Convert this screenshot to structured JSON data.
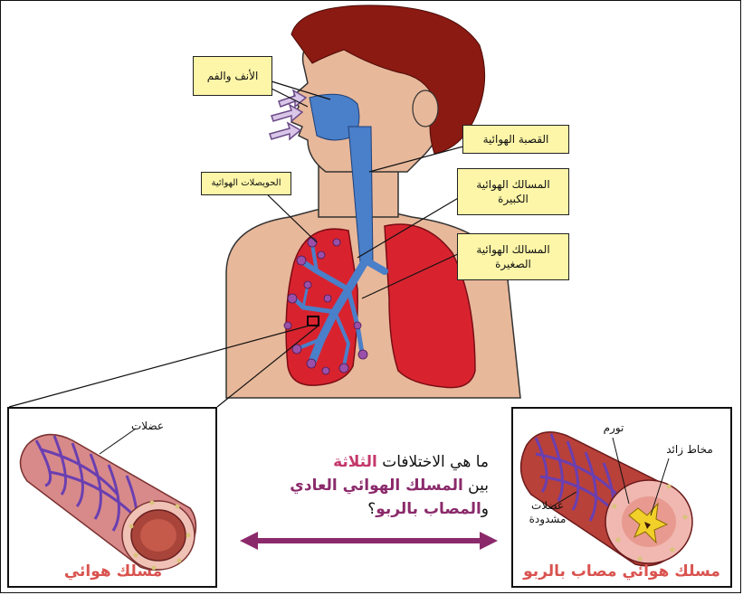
{
  "labels": {
    "nose_mouth": "الأنف والفم",
    "trachea": "القصبة الهوائية",
    "alveoli": "الحويصلات الهوائية",
    "large_airways_line1": "المسالك الهوائية",
    "large_airways_line2": "الكبيرة",
    "small_airways_line1": "المسالك الهوائية",
    "small_airways_line2": "الصغيرة"
  },
  "left_panel": {
    "muscles_label": "عضلات",
    "caption": "مسلك هوائي"
  },
  "right_panel": {
    "swelling_label": "تورم",
    "excess_mucus_label": "مخاط زائد",
    "tight_muscles_line1": "عضلات",
    "tight_muscles_line2": "مشدودة",
    "caption": "مسلك هوائي مصاب بالربو"
  },
  "question": {
    "line1_plain": "ما هي الاختلافات ",
    "line1_hl": "الثلاثة",
    "line2_plain": "بين ",
    "line2_hl": "المسلك الهوائي العادي",
    "line3_plain": "و",
    "line3_hl": "المصاب بالربو",
    "line3_end": "؟"
  },
  "colors": {
    "label_bg": "#fdf6a8",
    "airway_blue": "#4a7fc9",
    "lung_red": "#d8232f",
    "skin": "#e8b89a",
    "hair": "#8b1a12",
    "arrow": "#8b2a6b",
    "caption_red": "#d9534f"
  }
}
